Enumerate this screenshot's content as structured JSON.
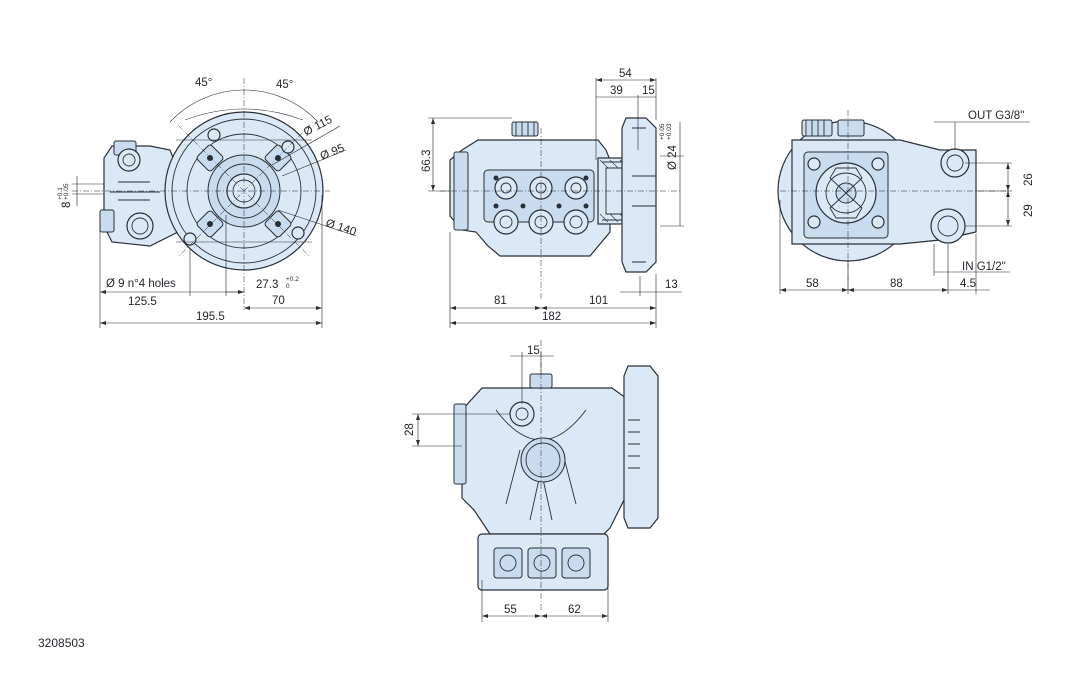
{
  "drawing_code": "3208503",
  "front_view": {
    "angle_left": "45°",
    "angle_right": "45°",
    "dia_115": "Ø 115",
    "dia_95": "Ø 95",
    "dia_140": "Ø 140",
    "holes": "Ø 9 n°4 holes",
    "dim_125_5": "125.5",
    "dim_27_3": "27.3",
    "tol_27_3_upper": "+0.2",
    "tol_27_3_lower": "0",
    "dim_70": "70",
    "dim_195_5": "195.5",
    "dim_8": "8",
    "tol_8_upper": "+0.1",
    "tol_8_lower": "+0.05"
  },
  "side_view": {
    "dim_54": "54",
    "dim_39": "39",
    "dim_15": "15",
    "dim_66_3": "66.3",
    "shaft_dia": "Ø 24",
    "tol_shaft_upper": "+0.05",
    "tol_shaft_lower": "+0.03",
    "dim_81": "81",
    "dim_101": "101",
    "dim_13": "13",
    "dim_182": "182"
  },
  "rear_view": {
    "outlet": "OUT G3/8\"",
    "inlet": "IN G1/2\"",
    "dim_26": "26",
    "dim_29": "29",
    "dim_58": "58",
    "dim_88": "88",
    "dim_4_5": "4.5"
  },
  "top_view": {
    "dim_15": "15",
    "dim_28": "28",
    "dim_55": "55",
    "dim_62": "62"
  },
  "colors": {
    "body_fill": "#dbe9f7",
    "outline": "#2a2f36"
  }
}
